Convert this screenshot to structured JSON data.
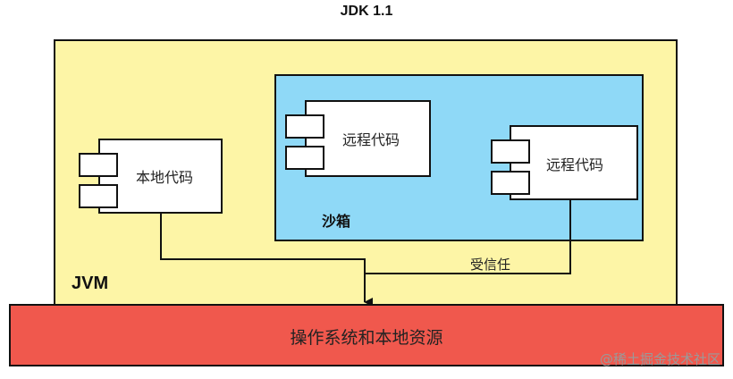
{
  "title": "JDK 1.1",
  "jvm": {
    "label": "JVM"
  },
  "sandbox": {
    "label": "沙箱",
    "components": [
      {
        "label": "远程代码"
      },
      {
        "label": "远程代码"
      }
    ]
  },
  "local_component": {
    "label": "本地代码"
  },
  "trust_label": "受信任",
  "os": {
    "label": "操作系统和本地资源"
  },
  "watermark": "@稀土掘金技术社区"
}
